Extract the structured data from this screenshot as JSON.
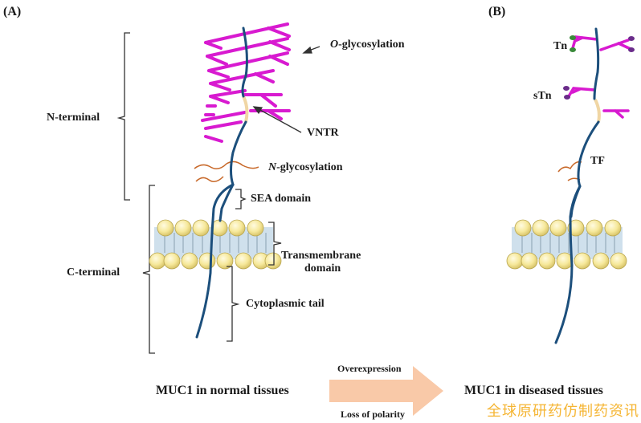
{
  "panels": {
    "a_label": "(A)",
    "b_label": "(B)"
  },
  "panel_a": {
    "labels": {
      "n_terminal": "N-terminal",
      "c_terminal": "C-terminal",
      "o_glyco_prefix": "O",
      "o_glyco_suffix": "-glycosylation",
      "vntr": "VNTR",
      "n_glyco_prefix": "N",
      "n_glyco_suffix": "-glycosylation",
      "sea_domain": "SEA domain",
      "transmembrane_line1": "Transmembrane",
      "transmembrane_line2": "domain",
      "cytoplasmic_tail": "Cytoplasmic tail"
    }
  },
  "panel_b": {
    "labels": {
      "tn": "Tn",
      "stn": "sTn",
      "tf": "TF"
    }
  },
  "footer": {
    "left_caption": "MUC1 in normal tissues",
    "right_caption": "MUC1 in diseased  tissues",
    "arrow_top": "Overexpression",
    "arrow_bottom": "Loss of polarity"
  },
  "watermark": "全球原研药仿制药资讯",
  "colors": {
    "protein": "#1c4f7c",
    "o_glycan": "#d81ad0",
    "n_glycan": "#c8692a",
    "vntr": "#f0d6a4",
    "lipid_head": "#f6eaa0",
    "membrane": "#cfe0ec",
    "arrow": "#f9c9a8",
    "tn_cap": "#3a8a3a",
    "stn_cap": "#6a2c8a"
  }
}
